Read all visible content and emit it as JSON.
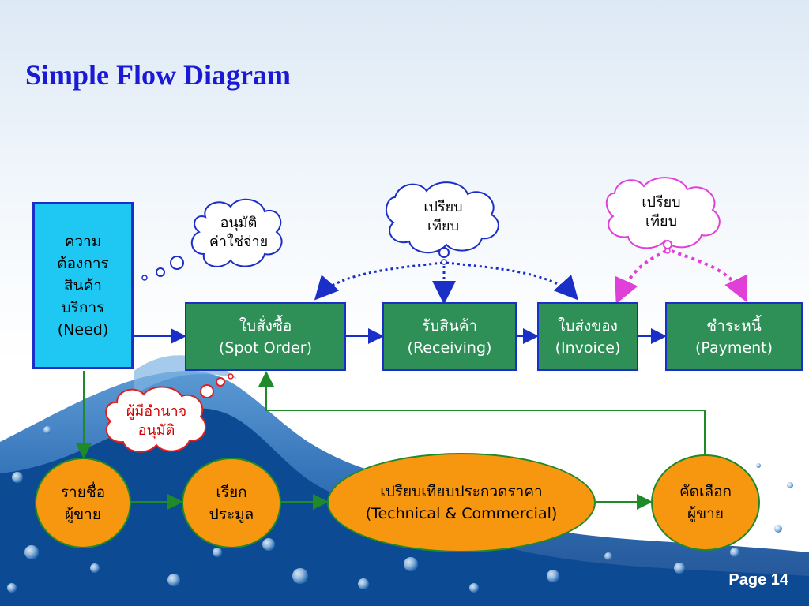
{
  "title": "Simple Flow Diagram",
  "need": {
    "line1": "ความ",
    "line2": "ต้องการ",
    "line3": "สินค้า",
    "line4": "บริการ",
    "line5": "(Need)"
  },
  "steps": [
    {
      "line1": "ใบสั่งซื้อ",
      "line2": "(Spot Order)"
    },
    {
      "line1": "รับสินค้า",
      "line2": "(Receiving)"
    },
    {
      "line1": "ใบส่งของ",
      "line2": "(Invoice)"
    },
    {
      "line1": "ชำระหนี้",
      "line2": "(Payment)"
    }
  ],
  "ovals": [
    {
      "line1": "รายชื่อ",
      "line2": "ผู้ขาย"
    },
    {
      "line1": "เรียก",
      "line2": "ประมูล"
    },
    {
      "line1": "เปรียบเทียบประกวดราคา",
      "line2": "(Technical & Commercial)"
    },
    {
      "line1": "คัดเลือก",
      "line2": "ผู้ขาย"
    }
  ],
  "clouds": {
    "approve_expense": {
      "line1": "อนุมัติ",
      "line2": "ค่าใช่จ่าย"
    },
    "compare_1": {
      "line1": "เปรียบ",
      "line2": "เทียบ"
    },
    "compare_2": {
      "line1": "เปรียบ",
      "line2": "เทียบ"
    },
    "authority": {
      "line1": "ผู้มีอำนาจ",
      "line2": "อนุมัติ"
    }
  },
  "footer": {
    "page": "Page 14"
  },
  "colors": {
    "title": "#1a1ad6",
    "need_fill": "#1ec8f2",
    "step_fill": "#2e8f57",
    "oval_fill": "#f7960f",
    "arrow_blue": "#1a2ec8",
    "arrow_green": "#1f8a2a",
    "cloud_blue": "#1a2ec8",
    "cloud_pink": "#e040d8",
    "cloud_red": "#e02020"
  }
}
